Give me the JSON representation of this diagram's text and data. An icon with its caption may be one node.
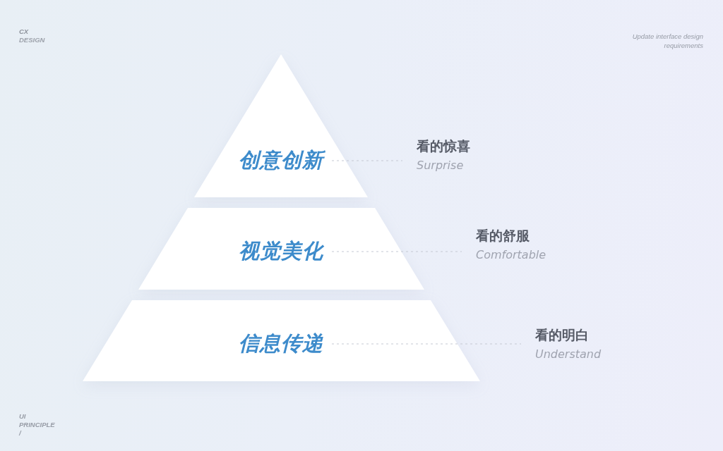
{
  "diagram": {
    "nodes": [
      {
        "text": [
          "创意创新"
        ]
      },
      {
        "text": [
          "看的惊喜",
          "Surprise"
        ]
      },
      {
        "text": [
          "视觉美化"
        ]
      },
      {
        "text": [
          "看的舒服",
          "Comfortable"
        ]
      },
      {
        "text": [
          "信息传递"
        ]
      },
      {
        "text": [
          "看的明白",
          "Understand"
        ]
      }
    ],
    "edges": [
      {
        "from": 0,
        "to": 1,
        "arrow": "none",
        "style": "dashed"
      },
      {
        "from": 2,
        "to": 3,
        "arrow": "none",
        "style": "dashed"
      },
      {
        "from": 4,
        "to": 5,
        "arrow": "none",
        "style": "dashed"
      }
    ],
    "labels": [
      "CX",
      "DESIGN",
      "Update interface design requirements",
      "UI PRINCIPLE /"
    ]
  }
}
